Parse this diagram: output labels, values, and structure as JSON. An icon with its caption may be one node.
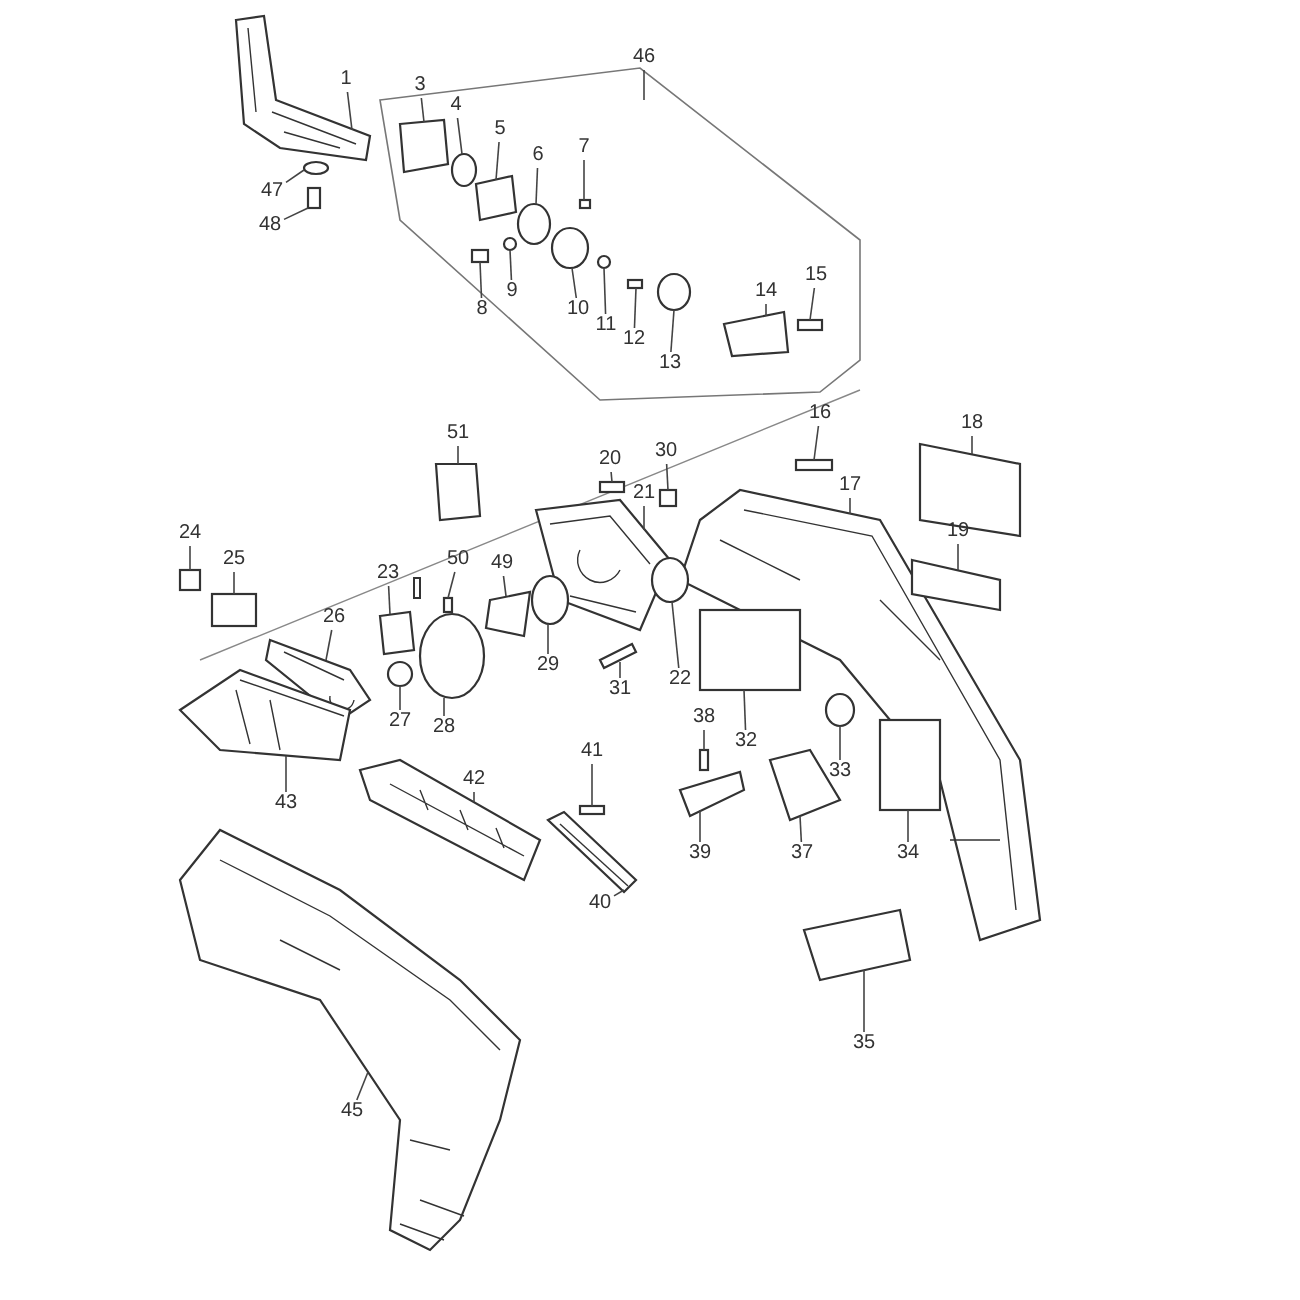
{
  "diagram": {
    "nodes": [
      {
        "text": [
          "1"
        ]
      },
      {
        "text": [
          "3"
        ]
      },
      {
        "text": [
          "4"
        ]
      },
      {
        "text": [
          "5"
        ]
      },
      {
        "text": [
          "6"
        ]
      },
      {
        "text": [
          "7"
        ]
      },
      {
        "text": [
          "8"
        ]
      },
      {
        "text": [
          "9"
        ]
      },
      {
        "text": [
          "10"
        ]
      },
      {
        "text": [
          "11"
        ]
      },
      {
        "text": [
          "12"
        ]
      },
      {
        "text": [
          "13"
        ]
      },
      {
        "text": [
          "14"
        ]
      },
      {
        "text": [
          "15"
        ]
      },
      {
        "text": [
          "16"
        ]
      },
      {
        "text": [
          "17"
        ]
      },
      {
        "text": [
          "18"
        ]
      },
      {
        "text": [
          "19"
        ]
      },
      {
        "text": [
          "20"
        ]
      },
      {
        "text": [
          "21"
        ]
      },
      {
        "text": [
          "22"
        ]
      },
      {
        "text": [
          "23"
        ]
      },
      {
        "text": [
          "24"
        ]
      },
      {
        "text": [
          "25"
        ]
      },
      {
        "text": [
          "26"
        ]
      },
      {
        "text": [
          "27"
        ]
      },
      {
        "text": [
          "28"
        ]
      },
      {
        "text": [
          "29"
        ]
      },
      {
        "text": [
          "30"
        ]
      },
      {
        "text": [
          "31"
        ]
      },
      {
        "text": [
          "32"
        ]
      },
      {
        "text": [
          "33"
        ]
      },
      {
        "text": [
          "34"
        ]
      },
      {
        "text": [
          "35"
        ]
      },
      {
        "text": [
          "37"
        ]
      },
      {
        "text": [
          "38"
        ]
      },
      {
        "text": [
          "39"
        ]
      },
      {
        "text": [
          "40"
        ]
      },
      {
        "text": [
          "41"
        ]
      },
      {
        "text": [
          "42"
        ]
      },
      {
        "text": [
          "43"
        ]
      },
      {
        "text": [
          "45"
        ]
      },
      {
        "text": [
          "46"
        ]
      },
      {
        "text": [
          "47"
        ]
      },
      {
        "text": [
          "48"
        ]
      },
      {
        "text": [
          "49"
        ]
      },
      {
        "text": [
          "50"
        ]
      },
      {
        "text": [
          "51"
        ]
      },
      {
        "text": [],
        "shape": "picture"
      },
      {
        "text": [],
        "shape": "box"
      },
      {
        "text": [],
        "shape": "circle"
      },
      {
        "text": [],
        "shape": "box"
      },
      {
        "text": [],
        "shape": "circle"
      },
      {
        "text": [],
        "shape": "box"
      },
      {
        "text": [],
        "shape": "box"
      },
      {
        "text": [],
        "shape": "circle"
      },
      {
        "text": [],
        "shape": "circle"
      },
      {
        "text": [],
        "shape": "circle"
      },
      {
        "text": [],
        "shape": "box"
      },
      {
        "text": [],
        "shape": "circle"
      },
      {
        "text": [],
        "shape": "box"
      },
      {
        "text": [],
        "shape": "box"
      },
      {
        "text": [],
        "shape": "box"
      },
      {
        "text": [],
        "shape": "picture"
      },
      {
        "text": [],
        "shape": "box"
      },
      {
        "text": [],
        "shape": "box"
      },
      {
        "text": [],
        "shape": "box"
      },
      {
        "text": [],
        "shape": "picture"
      },
      {
        "text": [],
        "shape": "circle"
      },
      {
        "text": [],
        "shape": "box"
      },
      {
        "text": [],
        "shape": "box"
      },
      {
        "text": [],
        "shape": "box"
      },
      {
        "text": [],
        "shape": "picture"
      },
      {
        "text": [],
        "shape": "circle"
      },
      {
        "text": [],
        "shape": "circle"
      },
      {
        "text": [],
        "shape": "circle"
      },
      {
        "text": [],
        "shape": "box"
      },
      {
        "text": [],
        "shape": "box"
      },
      {
        "text": [],
        "shape": "box"
      },
      {
        "text": [],
        "shape": "circle"
      },
      {
        "text": [],
        "shape": "box"
      },
      {
        "text": [],
        "shape": "box"
      },
      {
        "text": [],
        "shape": "box"
      },
      {
        "text": [],
        "shape": "box"
      },
      {
        "text": [],
        "shape": "box"
      },
      {
        "text": [],
        "shape": "picture"
      },
      {
        "text": [],
        "shape": "box"
      },
      {
        "text": [],
        "shape": "picture"
      },
      {
        "text": [],
        "shape": "picture"
      },
      {
        "text": [],
        "shape": "picture"
      },
      {
        "text": [],
        "shape": "circle"
      },
      {
        "text": [],
        "shape": "box"
      },
      {
        "text": [],
        "shape": "box"
      },
      {
        "text": [],
        "shape": "box"
      },
      {
        "text": [],
        "shape": "box"
      }
    ],
    "edges": [
      {
        "from": 0,
        "to": 48,
        "arrow": "none"
      },
      {
        "from": 1,
        "to": 49,
        "arrow": "none"
      },
      {
        "from": 2,
        "to": 50,
        "arrow": "none"
      },
      {
        "from": 3,
        "to": 51,
        "arrow": "none"
      },
      {
        "from": 4,
        "to": 52,
        "arrow": "none"
      },
      {
        "from": 5,
        "to": 53,
        "arrow": "none"
      },
      {
        "from": 6,
        "to": 54,
        "arrow": "none"
      },
      {
        "from": 7,
        "to": 55,
        "arrow": "none"
      },
      {
        "from": 8,
        "to": 56,
        "arrow": "none"
      },
      {
        "from": 9,
        "to": 57,
        "arrow": "none"
      },
      {
        "from": 10,
        "to": 58,
        "arrow": "none"
      },
      {
        "from": 11,
        "to": 59,
        "arrow": "none"
      },
      {
        "from": 12,
        "to": 60,
        "arrow": "none"
      },
      {
        "from": 13,
        "to": 61,
        "arrow": "none"
      },
      {
        "from": 14,
        "to": 62,
        "arrow": "none"
      },
      {
        "from": 15,
        "to": 63,
        "arrow": "none"
      },
      {
        "from": 16,
        "to": 64,
        "arrow": "none"
      },
      {
        "from": 17,
        "to": 65,
        "arrow": "none"
      },
      {
        "from": 18,
        "to": 66,
        "arrow": "none"
      },
      {
        "from": 19,
        "to": 67,
        "arrow": "none"
      },
      {
        "from": 20,
        "to": 68,
        "arrow": "none"
      },
      {
        "from": 21,
        "to": 69,
        "arrow": "none"
      },
      {
        "from": 22,
        "to": 70,
        "arrow": "none"
      },
      {
        "from": 23,
        "to": 71,
        "arrow": "none"
      },
      {
        "from": 24,
        "to": 72,
        "arrow": "none"
      },
      {
        "from": 25,
        "to": 73,
        "arrow": "none"
      },
      {
        "from": 26,
        "to": 74,
        "arrow": "none"
      },
      {
        "from": 27,
        "to": 75,
        "arrow": "none"
      },
      {
        "from": 28,
        "to": 76,
        "arrow": "none"
      },
      {
        "from": 29,
        "to": 77,
        "arrow": "none"
      },
      {
        "from": 30,
        "to": 78,
        "arrow": "none"
      },
      {
        "from": 31,
        "to": 79,
        "arrow": "none"
      },
      {
        "from": 32,
        "to": 80,
        "arrow": "none"
      },
      {
        "from": 33,
        "to": 81,
        "arrow": "none"
      },
      {
        "from": 34,
        "to": 82,
        "arrow": "none"
      },
      {
        "from": 35,
        "to": 83,
        "arrow": "none"
      },
      {
        "from": 36,
        "to": 84,
        "arrow": "none"
      },
      {
        "from": 37,
        "to": 85,
        "arrow": "none"
      },
      {
        "from": 38,
        "to": 86,
        "arrow": "none"
      },
      {
        "from": 39,
        "to": 87,
        "arrow": "none"
      },
      {
        "from": 40,
        "to": 88,
        "arrow": "none"
      },
      {
        "from": 41,
        "to": 89,
        "arrow": "none"
      },
      {
        "from": 42,
        "to": null,
        "arrow": "none"
      },
      {
        "from": 43,
        "to": 90,
        "arrow": "none"
      },
      {
        "from": 44,
        "to": 91,
        "arrow": "none"
      },
      {
        "from": 45,
        "to": 92,
        "arrow": "none"
      },
      {
        "from": 46,
        "to": 93,
        "arrow": "none"
      },
      {
        "from": 47,
        "to": 94,
        "arrow": "none"
      }
    ]
  }
}
